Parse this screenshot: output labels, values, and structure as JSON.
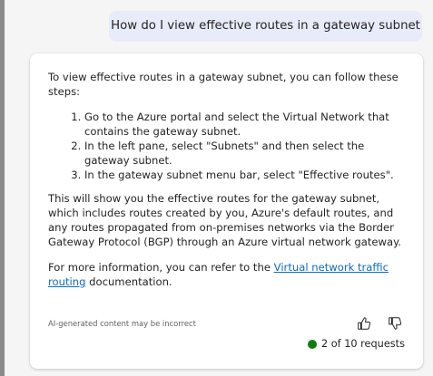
{
  "user_message": "How do I view effective routes in a gateway subnet",
  "response": {
    "intro": "To view effective routes in a gateway subnet, you can follow these steps:",
    "steps": [
      "Go to the Azure portal and select the Virtual Network that contains the gateway subnet.",
      "In the left pane, select \"Subnets\" and then select the gateway subnet.",
      "In the gateway subnet menu bar, select \"Effective routes\"."
    ],
    "summary": "This will show you the effective routes for the gateway subnet, which includes routes created by you, Azure's default routes, and any routes propagated from on-premises networks via the Border Gateway Protocol (BGP) through an Azure virtual network gateway.",
    "more_info_prefix": "For more information, you can refer to the ",
    "link_text": "Virtual network traffic routing",
    "more_info_suffix": " documentation."
  },
  "footer": {
    "disclaimer": "AI-generated content may be incorrect",
    "requests": "2 of 10 requests"
  },
  "icons": {
    "thumbs_up": "thumbs-up-icon",
    "thumbs_down": "thumbs-down-icon",
    "status_dot_color": "#107c10"
  }
}
